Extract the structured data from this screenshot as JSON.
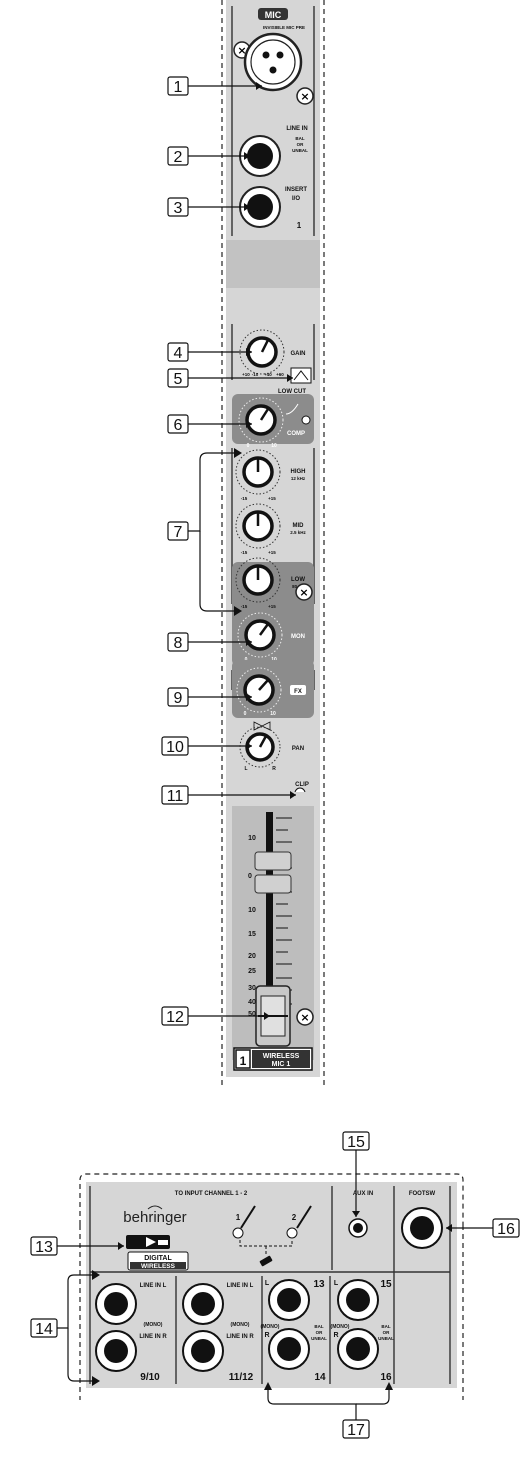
{
  "channel_strip": {
    "mic_header": "MIC",
    "invisible_mic_pre": "INVISIBLE MIC PRE",
    "line_in": "LINE IN",
    "bal_or_unbal": [
      "BAL",
      "OR",
      "UNBAL"
    ],
    "insert": "INSERT",
    "io": "I/O",
    "channel_number": "1",
    "gain": "GAIN",
    "gain_scale": [
      "+10",
      "-10",
      "+40",
      "+60"
    ],
    "low_cut": "LOW CUT",
    "comp": "COMP",
    "comp_scale": [
      "0",
      "10"
    ],
    "high": "HIGH",
    "high_freq": "12 kHz",
    "mid": "MID",
    "mid_freq": "2.5 kHz",
    "low": "LOW",
    "low_freq": "80 Hz",
    "eq_scale": [
      "-15",
      "+15"
    ],
    "mon": "MON",
    "mon_scale": [
      "0",
      "10"
    ],
    "fx": "FX",
    "fx_scale": [
      "0",
      "10"
    ],
    "pan": "PAN",
    "pan_scale": [
      "L",
      "R"
    ],
    "clip": "CLIP",
    "fader_scale": [
      "10",
      "0",
      "10",
      "15",
      "20",
      "25",
      "30",
      "40",
      "50"
    ],
    "wireless_label": [
      "WIRELESS",
      "MIC 1"
    ]
  },
  "rear_panel": {
    "to_input": "TO INPUT CHANNEL 1 - 2",
    "brand": "behringer",
    "digital": "DIGITAL",
    "wireless": "WIRELESS",
    "mic1": "1",
    "mic2": "2",
    "aux_in": "AUX IN",
    "footsw": "FOOTSW",
    "line_in_l": "LINE IN L",
    "line_in_r": "LINE IN R",
    "mono": "(MONO)",
    "bal_unbal": [
      "BAL",
      "OR",
      "UNBAL"
    ],
    "ch_labels": [
      "9/10",
      "11/12",
      "13",
      "14",
      "15",
      "16"
    ],
    "lr": [
      "L",
      "R"
    ]
  },
  "callouts": [
    "1",
    "2",
    "3",
    "4",
    "5",
    "6",
    "7",
    "8",
    "9",
    "10",
    "11",
    "12",
    "13",
    "14",
    "15",
    "16",
    "17"
  ]
}
